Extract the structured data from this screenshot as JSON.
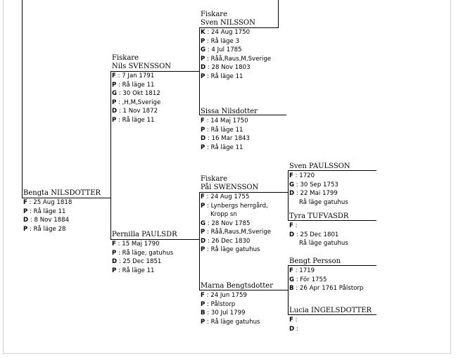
{
  "persons": {
    "bengta": {
      "name": "Bengta NILSDOTTER",
      "facts": [
        {
          "k": "F",
          "v": "25 Aug 1818"
        },
        {
          "k": "P",
          "v": "Rå läge 11"
        },
        {
          "k": "D",
          "v": "8 Nov 1884"
        },
        {
          "k": "P",
          "v": "Rå läge 28"
        }
      ]
    },
    "nils": {
      "title": "Fiskare",
      "name": "Nils SVENSSON",
      "facts": [
        {
          "k": "F",
          "v": "7 Jan 1791"
        },
        {
          "k": "P",
          "v": "Rå läge 11"
        },
        {
          "k": "G",
          "v": "30 Okt 1812"
        },
        {
          "k": "P",
          "v": ",H,M,Sverige"
        },
        {
          "k": "D",
          "v": "1 Nov 1872"
        },
        {
          "k": "P",
          "v": "Rå läge 11"
        }
      ]
    },
    "pernilla": {
      "name": "Pernilla PAULSDR",
      "facts": [
        {
          "k": "F",
          "v": "15 Maj 1790"
        },
        {
          "k": "P",
          "v": "Rå läge, gatuhus"
        },
        {
          "k": "D",
          "v": "25 Dec 1851"
        },
        {
          "k": "P",
          "v": "Rå läge 11"
        }
      ]
    },
    "sven_nilsson": {
      "title": "Fiskare",
      "name": "Sven NILSSON",
      "facts": [
        {
          "k": "K",
          "v": "24 Aug 1750"
        },
        {
          "k": "P",
          "v": "Rå läge 3"
        },
        {
          "k": "G",
          "v": "4 Jul 1785"
        },
        {
          "k": "P",
          "v": "Råå,Raus,M,Sverige"
        },
        {
          "k": "D",
          "v": "28 Nov 1803"
        },
        {
          "k": "P",
          "v": "Rå läge 11"
        }
      ]
    },
    "sissa": {
      "name": "Sissa Nilsdotter",
      "facts": [
        {
          "k": "F",
          "v": "14 Maj 1750"
        },
        {
          "k": "P",
          "v": "Rå läge 11"
        },
        {
          "k": "D",
          "v": "16 Mar 1843"
        },
        {
          "k": "P",
          "v": " Rå läge 11"
        }
      ]
    },
    "pal": {
      "title": "Fiskare",
      "name": "Pål SWENSSON",
      "facts": [
        {
          "k": "F",
          "v": "24 Aug 1755"
        },
        {
          "k": "P",
          "v": "Lynbergs herrgård,"
        },
        {
          "k": "",
          "v": "Kropp sn",
          "indent": true
        },
        {
          "k": "G",
          "v": "28 Nov 1785"
        },
        {
          "k": "P",
          "v": "Råå,Raus,M,Sverige"
        },
        {
          "k": "D",
          "v": "26 Dec 1830"
        },
        {
          "k": "P",
          "v": "Rå läge gatuhus"
        }
      ]
    },
    "marna": {
      "name": "Marna Bengtsdotter",
      "facts": [
        {
          "k": "F",
          "v": "24 Jun 1759"
        },
        {
          "k": "P",
          "v": "Pålstorp"
        },
        {
          "k": "B",
          "v": "30 Jul 1799"
        },
        {
          "k": "P",
          "v": "Rå läge gatuhus"
        }
      ]
    },
    "sven_paulsson": {
      "name": "Sven PAULSSON",
      "facts": [
        {
          "k": "F",
          "v": "1720"
        },
        {
          "k": "G",
          "v": "30 Sep 1753"
        },
        {
          "k": "D",
          "v": "22 Mai 1799"
        },
        {
          "k": "",
          "v": "Rå läge gatuhus",
          "indent": true
        }
      ]
    },
    "tyra": {
      "name": "Tyra TUFVASDR",
      "facts": [
        {
          "k": "F",
          "v": ""
        },
        {
          "k": "D",
          "v": "25 Dec 1801"
        },
        {
          "k": "",
          "v": "Rå läge gatuhus",
          "indent": true
        }
      ]
    },
    "bengt": {
      "name": "Bengt Persson",
      "facts": [
        {
          "k": "F",
          "v": "1719"
        },
        {
          "k": "G",
          "v": "För 1755"
        },
        {
          "k": "B",
          "v": "26 Apr 1761 Pålstorp"
        }
      ]
    },
    "lucia": {
      "name": "Lucia INGELSDOTTER",
      "facts": [
        {
          "k": "F",
          "v": ""
        },
        {
          "k": "D",
          "v": ""
        }
      ]
    }
  }
}
